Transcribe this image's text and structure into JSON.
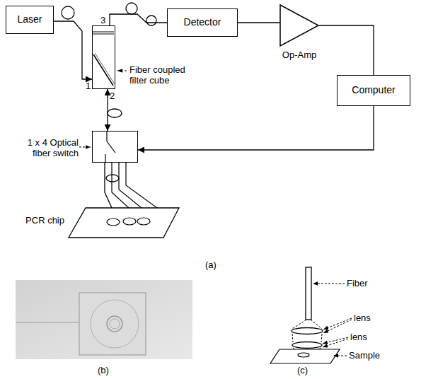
{
  "diagram": {
    "nodes": [
      {
        "text": [
          "Laser"
        ]
      },
      {
        "text": [
          "Fiber coupled filter cube"
        ]
      },
      {
        "text": [
          "Detector"
        ]
      },
      {
        "text": [
          "Op-Amp"
        ]
      },
      {
        "text": [
          "Computer"
        ]
      },
      {
        "text": [
          "1 x 4 Optical fiber switch"
        ]
      },
      {
        "text": [
          "PCR chip"
        ]
      }
    ],
    "edges": [
      {
        "from": 0,
        "to": 1,
        "arrow": "to"
      },
      {
        "from": 1,
        "to": 2,
        "arrow": "none"
      },
      {
        "from": 2,
        "to": 3,
        "arrow": "none"
      },
      {
        "from": 3,
        "to": 4,
        "arrow": "none"
      },
      {
        "from": 4,
        "to": 5,
        "arrow": "to"
      },
      {
        "from": 1,
        "to": 5,
        "arrow": "both"
      },
      {
        "from": 5,
        "to": 6,
        "arrow": "none"
      }
    ],
    "labels": [
      "1",
      "3",
      "2",
      "(a)",
      "(b)",
      "Fiber",
      "lens",
      "lens",
      "Sample",
      "(c)"
    ]
  }
}
